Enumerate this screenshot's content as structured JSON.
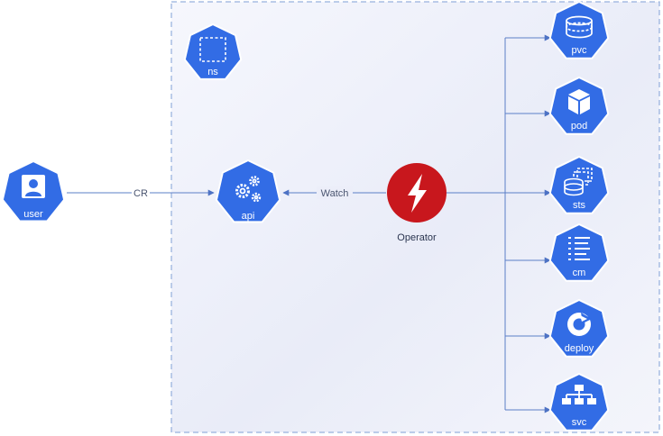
{
  "nodes": {
    "ns": "ns",
    "user": "user",
    "api": "api",
    "operator": "Operator",
    "pvc": "pvc",
    "pod": "pod",
    "sts": "sts",
    "cm": "cm",
    "deploy": "deploy",
    "svc": "svc"
  },
  "edges": {
    "cr": "CR",
    "watch": "Watch"
  },
  "colors": {
    "k8s_blue": "#326ce5",
    "operator_red": "#c8171d",
    "edge": "#5b7fc7",
    "boundary": "#7f9fd6"
  }
}
